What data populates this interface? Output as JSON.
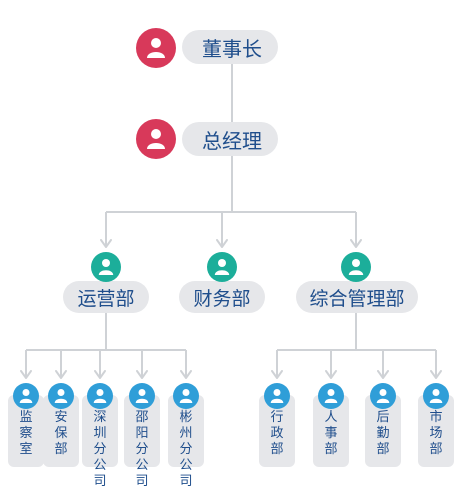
{
  "chairman": {
    "label": "董事长",
    "icon": "person-icon"
  },
  "gm": {
    "label": "总经理",
    "icon": "person-icon"
  },
  "departments": [
    {
      "label": "运营部",
      "icon": "person-icon"
    },
    {
      "label": "财务部",
      "icon": "person-icon"
    },
    {
      "label": "综合管理部",
      "icon": "person-icon"
    }
  ],
  "ops_units": [
    {
      "label": "监察室"
    },
    {
      "label": "安保部"
    },
    {
      "label": "深圳分公司"
    },
    {
      "label": "邵阳分公司"
    },
    {
      "label": "彬州分公司"
    }
  ],
  "admin_units": [
    {
      "label": "行政部"
    },
    {
      "label": "人事部"
    },
    {
      "label": "后勤部"
    },
    {
      "label": "市场部"
    }
  ],
  "colors": {
    "top_avatar": "#d8395a",
    "dept_avatar": "#1cae9a",
    "unit_avatar": "#2f9ed8",
    "text": "#1f4e8c",
    "box": "#e6e7ea",
    "line": "#cfd2d6"
  }
}
